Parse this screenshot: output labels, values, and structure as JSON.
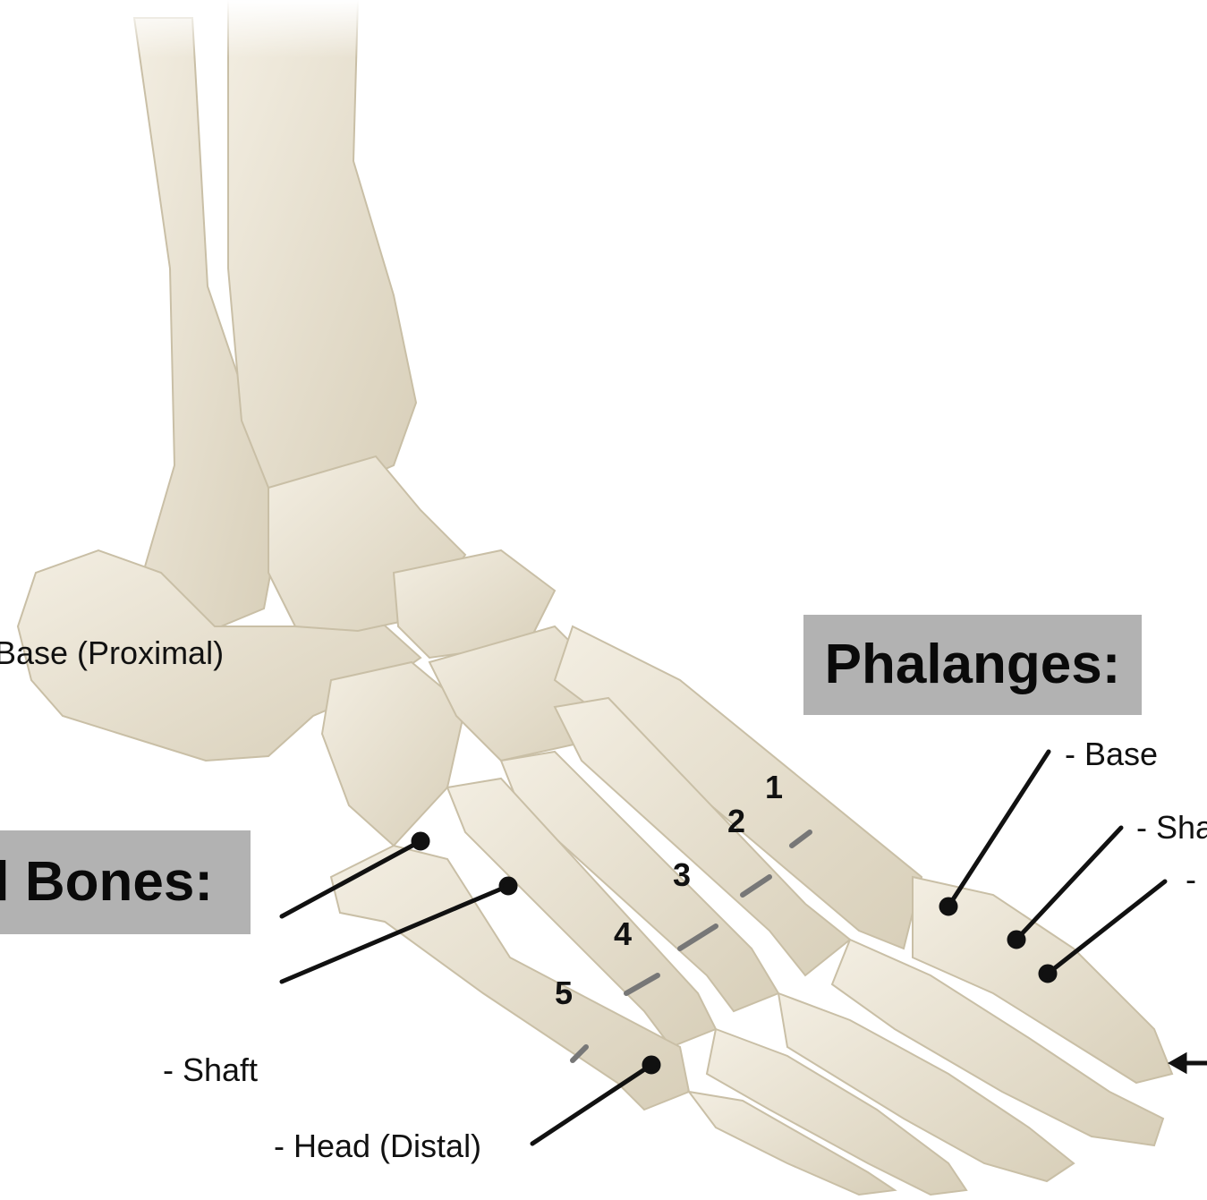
{
  "titles": {
    "metatarsal": "l Bones:",
    "phalanges": "Phalanges:"
  },
  "metatarsal_labels": {
    "base": "Base (Proximal)",
    "shaft": "- Shaft",
    "head": "- Head (Distal)"
  },
  "phalanx_labels": {
    "base": "- Base",
    "shaft": "- Sha",
    "head": "-"
  },
  "numbers": [
    "1",
    "2",
    "3",
    "4",
    "5"
  ],
  "colors": {
    "bone": "#ece6d6",
    "bone_shade": "#cfc6b0",
    "title_bg": "#b2b2b2",
    "line": "#111111"
  }
}
